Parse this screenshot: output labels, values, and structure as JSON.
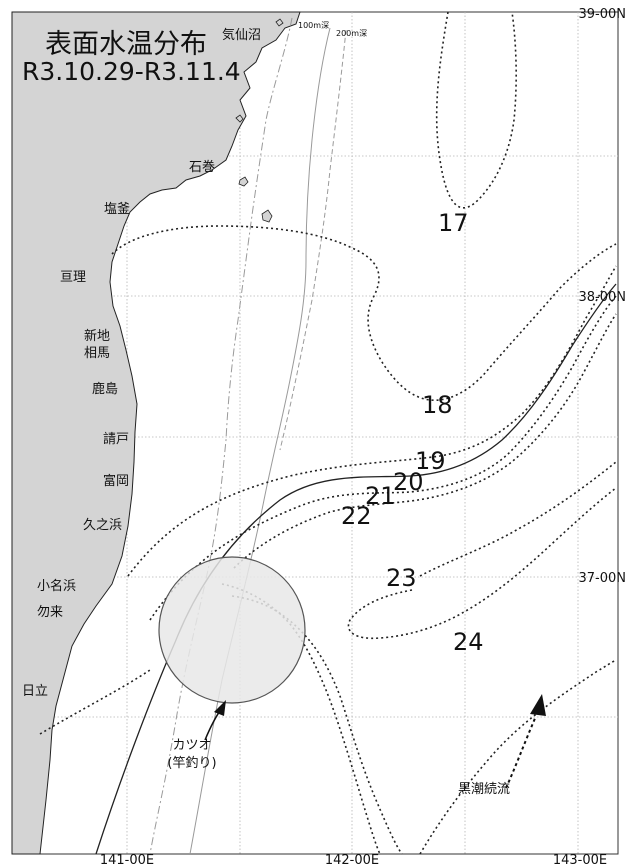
{
  "title": {
    "line1": "表面水温分布",
    "line2": "R3.10.29-R3.11.4"
  },
  "latitude_labels": [
    "39-00N",
    "38-00N",
    "37-00N"
  ],
  "longitude_labels": [
    "141-00E",
    "142-00E",
    "143-00E"
  ],
  "depth_labels": [
    "100m深",
    "200m深"
  ],
  "places": [
    "気仙沼",
    "石巻",
    "塩釜",
    "亘理",
    "新地",
    "相馬",
    "鹿島",
    "請戸",
    "富岡",
    "久之浜",
    "小名浜",
    "勿来",
    "日立"
  ],
  "isotherms": [
    "17",
    "18",
    "19",
    "20",
    "21",
    "22",
    "23",
    "24"
  ],
  "fishing_ground": {
    "label": "カツオ",
    "sub": "(竿釣り)"
  },
  "current_label": "黒潮続流",
  "colors": {
    "land": "#d4d4d4",
    "grid": "#b5b5b5",
    "circle_fill": "#e8e8e8",
    "line": "#222222"
  }
}
